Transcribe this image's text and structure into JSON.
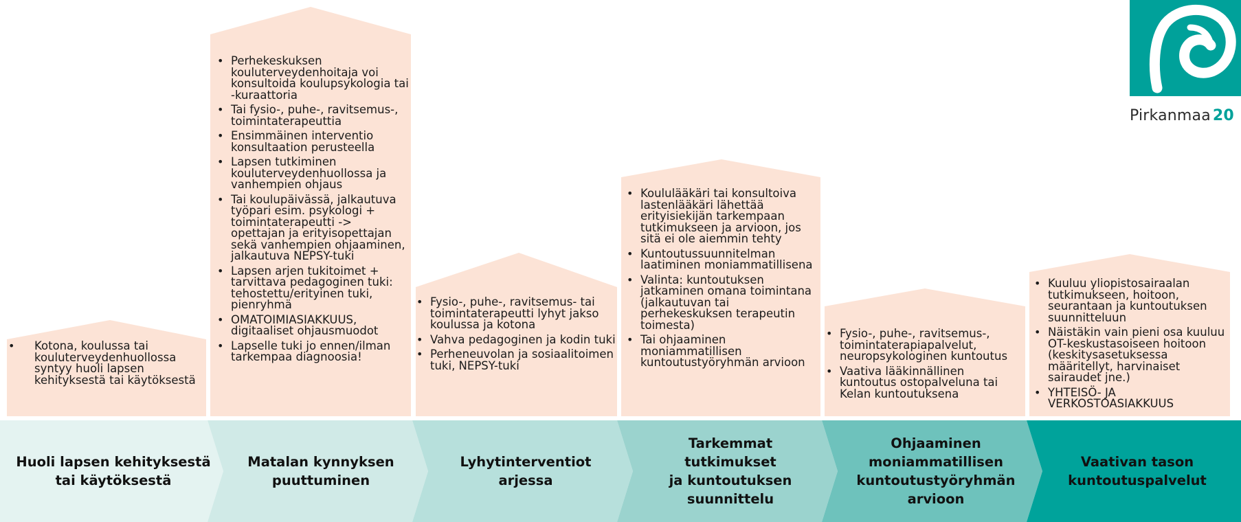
{
  "columns": [
    {
      "step_label": "Huoli lapsen kehityksestä\ntai käytöksestä",
      "bullets": [
        "Kotona, koulussa tai kouluterveydenhuollossa syntyy huoli lapsen kehityksestä tai käytöksestä"
      ]
    },
    {
      "step_label": "Matalan kynnyksen\npuuttuminen",
      "bullets": [
        "Perhekeskuksen kouluterveydenhoitaja voi konsultoida koulupsykologia tai -kuraattoria",
        "Tai fysio-, puhe-, ravitsemus-, toimintaterapeuttia",
        "Ensimmäinen interventio konsultaation perusteella",
        "Lapsen tutkiminen kouluterveydenhuollossa ja vanhempien ohjaus",
        "Tai koulupäivässä, jalkautuva työpari esim. psykologi + toimintaterapeutti -> opettajan ja erityisopettajan sekä vanhempien ohjaaminen, jalkautuva NEPSY-tuki",
        "Lapsen arjen tukitoimet + tarvittava pedagoginen tuki: tehostettu/erityinen tuki, pienryhmä",
        "OMATOIMIASIAKKUUS, digitaaliset ohjausmuodot",
        "Lapselle tuki jo ennen/ilman tarkempaa diagnoosia!"
      ]
    },
    {
      "step_label": "Lyhytinterventiot\narjessa",
      "bullets": [
        "Fysio-, puhe-, ravitsemus- tai toimintaterapeutti lyhyt jakso koulussa ja kotona",
        "Vahva pedagoginen ja kodin tuki",
        "Perheneuvolan ja sosiaalitoimen tuki, NEPSY-tuki"
      ]
    },
    {
      "step_label": "Tarkemmat\ntutkimukset\nja kuntoutuksen\nsuunnittelu",
      "bullets": [
        "Koululääkäri tai konsultoiva lastenlääkäri lähettää erityisiekijän tarkempaan tutkimukseen ja arvioon, jos sitä ei ole aiemmin tehty",
        "Kuntoutussuunnitelman laatiminen moniammatillisena",
        "Valinta: kuntoutuksen jatkaminen omana toimintana (jalkautuvan tai perhekeskuksen terapeutin toimesta)",
        "Tai ohjaaminen moniammatillisen kuntoutustyöryhmän arvioon"
      ]
    },
    {
      "step_label": "Ohjaaminen\nmoniammatillisen\nkuntoutustyöryhmän\narvioon",
      "bullets": [
        "Fysio-, puhe-, ravitsemus-, toimintaterapiapalvelut, neuropsykologinen kuntoutus",
        "Vaativa lääkinnällinen kuntoutus ostopalveluna tai Kelan kuntoutuksena"
      ]
    },
    {
      "step_label": "Vaativan tason\nkuntoutuspalvelut",
      "bullets": [
        "Kuuluu yliopistosairaalan tutkimukseen, hoitoon, seurantaan ja kuntoutuksen suunnitteluun",
        "Näistäkin vain pieni osa kuuluu OT-keskustasoiseen hoitoon (keskitysasetuksessa määritellyt, harvinaiset sairaudet jne.)",
        "YHTEISÖ- JA VERKOSTOASIAKKUUS"
      ]
    }
  ],
  "logo": {
    "name": "Pirkanmaa",
    "year_fragment": "20",
    "icon": "pirkanmaa-logo-icon"
  },
  "colors": {
    "house_fill": "#fce3d6",
    "chevrons": [
      "#e4f3f1",
      "#d0eae7",
      "#b7e0dc",
      "#9bd3ce",
      "#6ec2bc",
      "#00a39b"
    ],
    "logo_teal": "#00a19a"
  }
}
